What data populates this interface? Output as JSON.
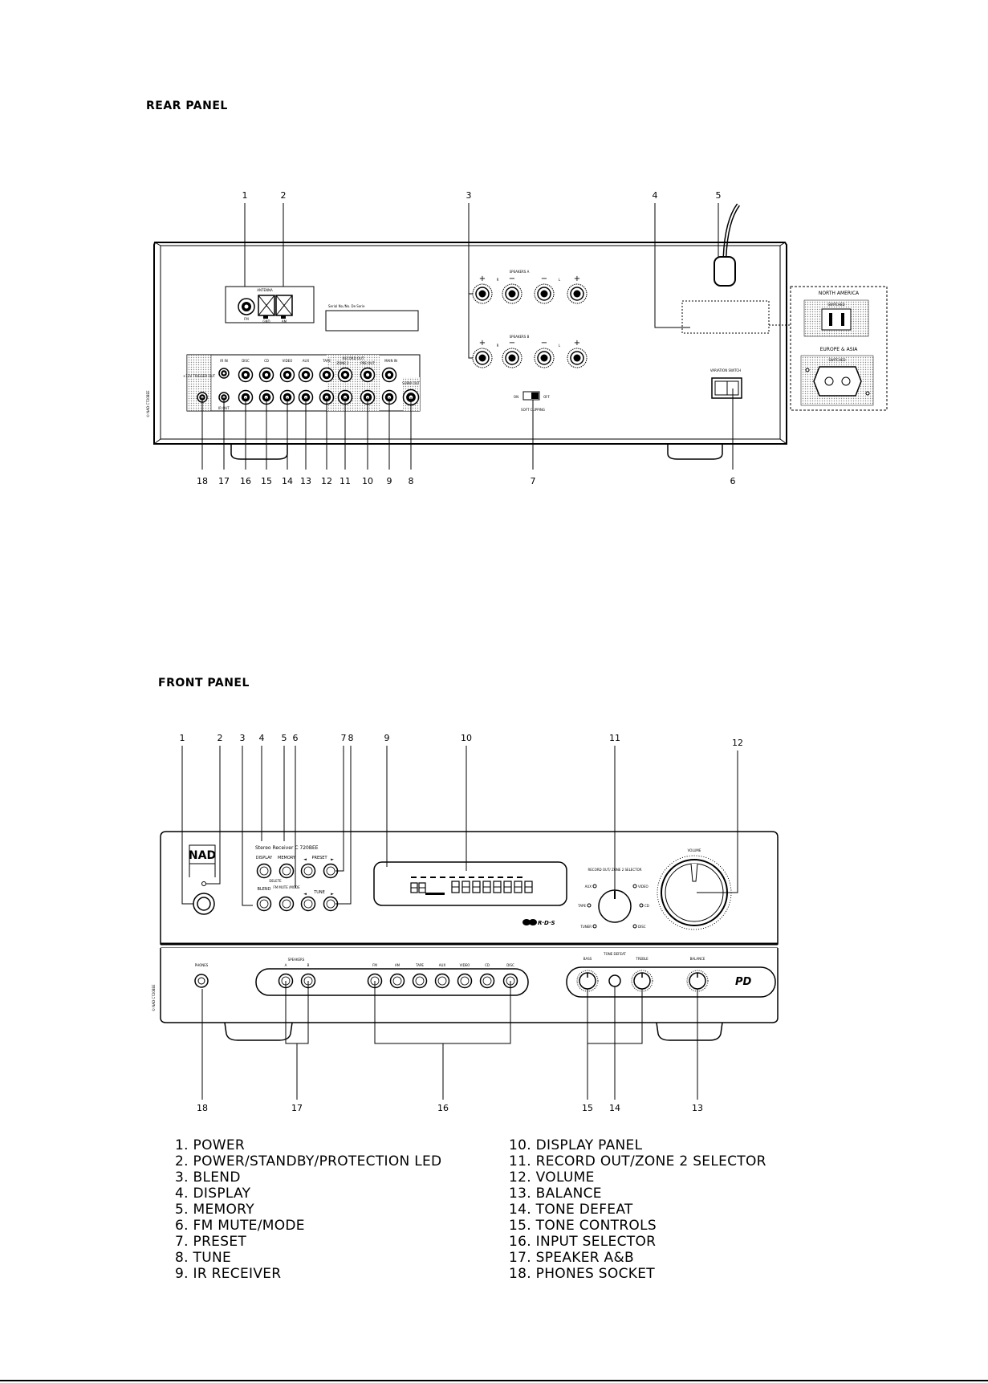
{
  "rear_panel": {
    "title": "REAR PANEL",
    "callouts_top": [
      "1",
      "2",
      "3",
      "4",
      "5"
    ],
    "callouts_bottom": [
      "18",
      "17",
      "16",
      "15",
      "14",
      "13",
      "12",
      "11",
      "10",
      "9",
      "8",
      "7",
      "6"
    ],
    "labels": {
      "antenna": "ANTENNA",
      "fm": "FM",
      "gnd": "GND",
      "am": "AM",
      "serial": "Serial  No./No. De Serie",
      "speakers_a": "SPEAKERS   A",
      "speakers_b": "SPEAKERS   B",
      "r": "R",
      "l": "L",
      "ir_in": "IR IN",
      "ir_out": "IR OUT",
      "trigger": "+12V TRIGGER OUT",
      "disc": "DISC",
      "cd": "CD",
      "video": "VIDEO",
      "aux": "AUX",
      "tape": "TAPE",
      "record_out": "RECORD OUT",
      "zone2": "ZONE 2",
      "pre_out": "PRE OUT",
      "main_in": "MAIN IN",
      "subw_out": "SUBW OUT",
      "soft_clipping": "SOFT CLIPPING",
      "on": "ON",
      "off": "OFF",
      "variation_switch": "VARIATION SWITCH",
      "north_america": "NORTH AMERICA",
      "europe_asia": "EUROPE & ASIA",
      "switched": "SWITCHED",
      "side_code": "© NAD C720BEE"
    }
  },
  "front_panel": {
    "title": "FRONT PANEL",
    "callouts_top": [
      "1",
      "2",
      "3",
      "4",
      "5",
      "6",
      "7",
      "8",
      "9",
      "10",
      "11",
      "12"
    ],
    "callouts_bottom": [
      "18",
      "17",
      "16",
      "15",
      "14",
      "13"
    ],
    "labels": {
      "brand": "NAD",
      "model": "Stereo Receiver  C 720BEE",
      "display": "DISPLAY",
      "memory": "MEMORY",
      "delete": "DELETE",
      "blend": "BLEND",
      "fm_mute": "FM MUTE /MODE",
      "preset": "PRESET",
      "tune": "TUNE",
      "record_out_zone2": "RECORD OUT/ ZONE 2 SELECTOR",
      "aux": "AUX",
      "video": "VIDEO",
      "tape": "TAPE",
      "cd": "CD",
      "tuner": "TUNER",
      "disc": "DISC",
      "volume": "VOLUME",
      "rds": "R·D·S",
      "phones": "PHONES",
      "speakers": "SPEAKERS",
      "a": "A",
      "b": "B",
      "inputs": [
        "FM",
        "AM",
        "TAPE",
        "AUX",
        "VIDEO",
        "CD",
        "DISC"
      ],
      "bass": "BASS",
      "tone_defeat": "TONE DEFEAT",
      "treble": "TREBLE",
      "balance": "BALANCE",
      "logo_pd": "PD"
    }
  },
  "legend": {
    "left": [
      "1. POWER",
      "2. POWER/STANDBY/PROTECTION LED",
      "3. BLEND",
      "4. DISPLAY",
      "5. MEMORY",
      "6. FM MUTE/MODE",
      "7. PRESET",
      "8. TUNE",
      "9. IR RECEIVER"
    ],
    "right": [
      "10. DISPLAY PANEL",
      "11. RECORD OUT/ZONE 2 SELECTOR",
      "12. VOLUME",
      "13. BALANCE",
      "14. TONE DEFEAT",
      "15. TONE CONTROLS",
      "16. INPUT SELECTOR",
      "17. SPEAKER A&B",
      "18. PHONES SOCKET"
    ]
  }
}
